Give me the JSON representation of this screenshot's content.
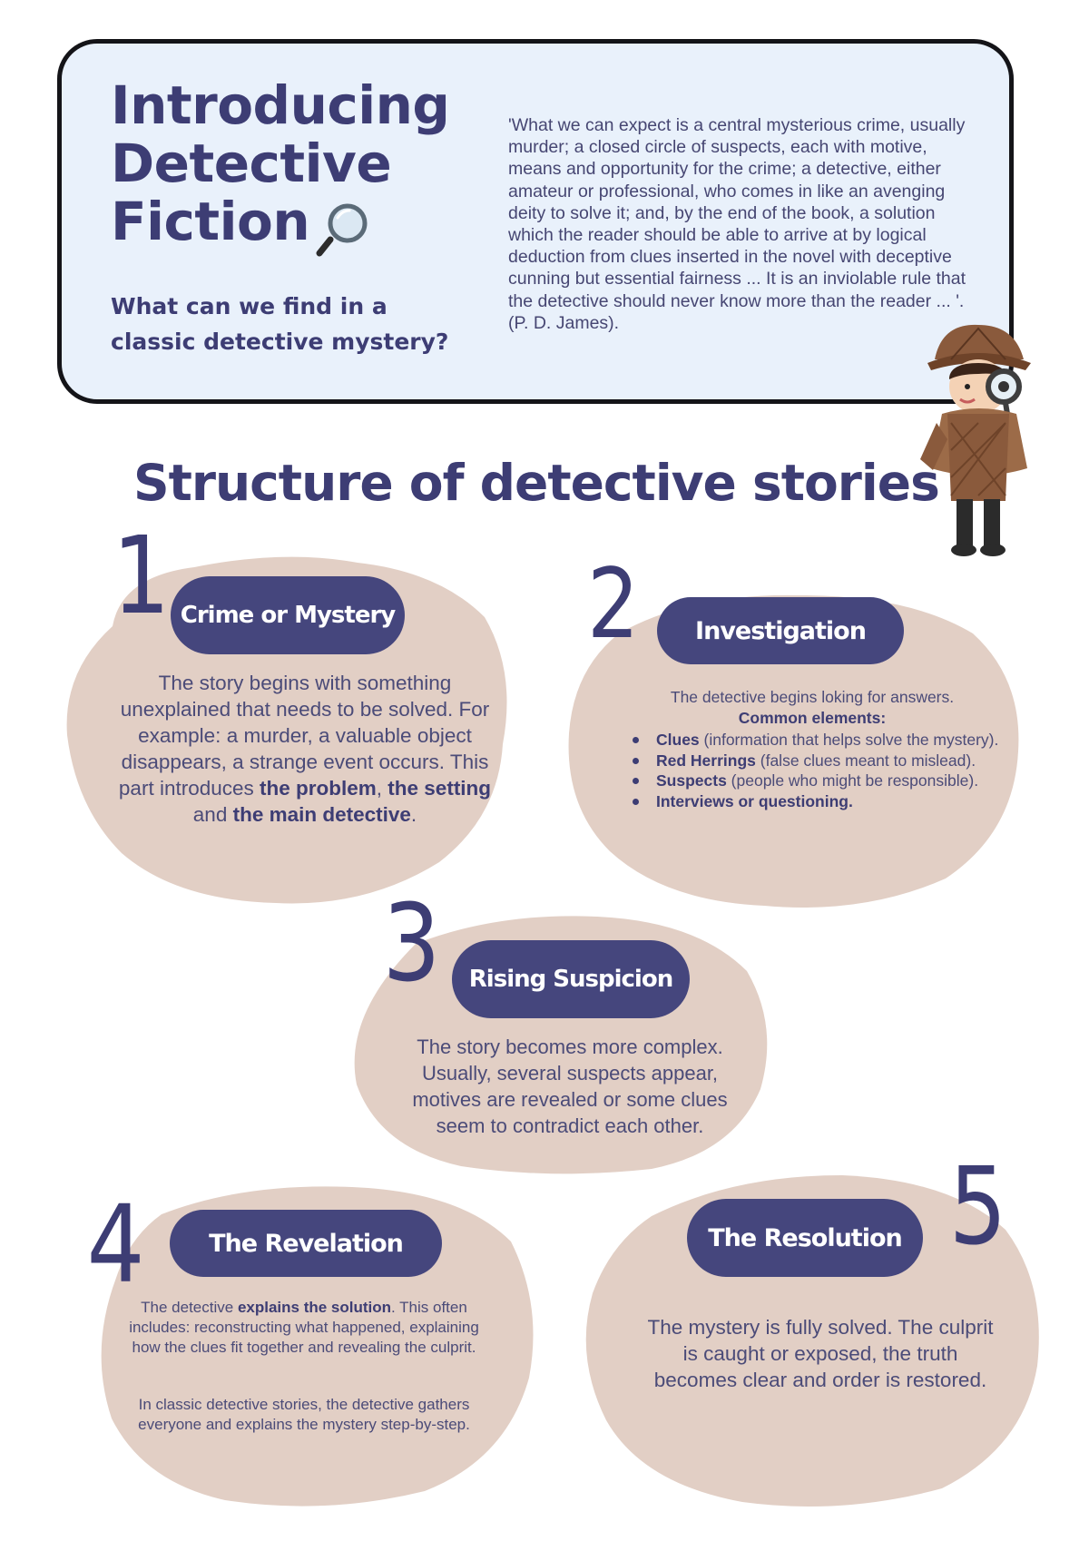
{
  "intro": {
    "title_lines": [
      "Introducing",
      "Detective",
      "Fiction"
    ],
    "subtitle": "What can we find in a classic detective mystery?",
    "quote": "'What we can expect is a central mysterious crime, usually murder; a closed circle of suspects, each with motive, means and opportunity for the crime; a detective, either amateur or professional, who comes in like an avenging deity to solve it; and, by the end of the book, a solution which the reader should be able to arrive at by logical deduction from clues inserted in the novel with deceptive cunning but essential fairness ... It is an inviolable rule that the detective should never know more than the reader ... '. (P. D. James)."
  },
  "icons": [
    "magnifying-glass-icon",
    "detective-illustration"
  ],
  "section_heading": "Structure of detective stories",
  "colors": {
    "accent": "#45467d",
    "blob": "#e2cfc5",
    "intro_bg": "#e9f1fb",
    "text": "#3d3d74"
  },
  "steps": [
    {
      "number": "1",
      "title": "Crime or Mystery",
      "text_parts": [
        "The story begins with something unexplained that needs to be solved. For example: a murder, a valuable object disappears, a strange event occurs. This part introduces ",
        "the problem",
        ", ",
        "the setting",
        " and ",
        "the main detective",
        "."
      ]
    },
    {
      "number": "2",
      "title": "Investigation",
      "intro": "The detective begins loking for answers.",
      "list_heading": "Common elements:",
      "items": [
        {
          "term": "Clues",
          "desc": " (information that helps solve the mystery)."
        },
        {
          "term": "Red Herrings",
          "desc": " (false clues meant to mislead)."
        },
        {
          "term": "Suspects",
          "desc": " (people who might be responsible)."
        },
        {
          "term": "Interviews or questioning.",
          "desc": ""
        }
      ]
    },
    {
      "number": "3",
      "title": "Rising Suspicion",
      "text": "The story becomes more complex. Usually, several suspects appear, motives are revealed or some clues seem to contradict each other."
    },
    {
      "number": "4",
      "title": "The Revelation",
      "text_parts": [
        "The detective ",
        "explains the solution",
        ". This often includes: reconstructing what happened, explaining how the clues fit together and revealing the culprit."
      ],
      "text2": "In classic detective stories, the detective gathers everyone and explains the mystery step-by-step."
    },
    {
      "number": "5",
      "title": "The Resolution",
      "text": "The mystery is fully solved. The culprit is caught or exposed, the truth becomes clear and order is restored."
    }
  ]
}
